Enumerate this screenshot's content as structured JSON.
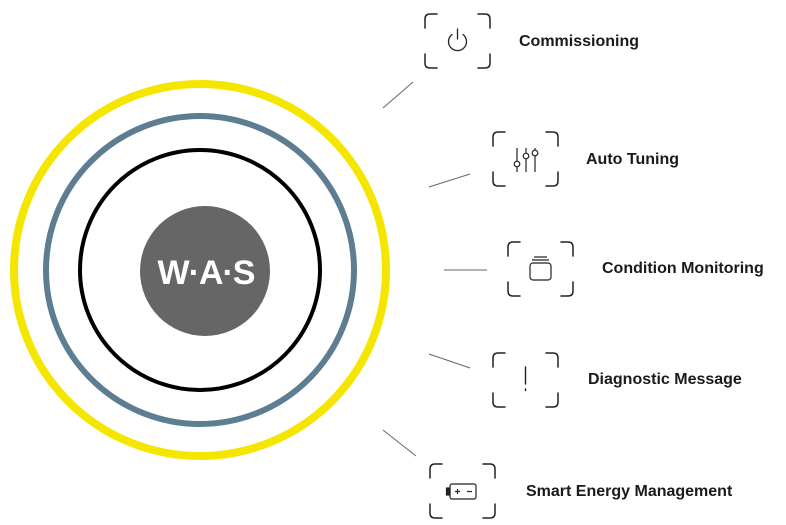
{
  "logo": {
    "text": "W·A·S"
  },
  "colors": {
    "outer_ring": "#f5e600",
    "middle_ring": "#5d7d93",
    "inner_ring": "#000000",
    "logo_disc": "#666666",
    "frame": "#222222",
    "connector": "#666666"
  },
  "features": [
    {
      "label": "Commissioning",
      "icon": "power-icon"
    },
    {
      "label": "Auto Tuning",
      "icon": "sliders-icon"
    },
    {
      "label": "Condition Monitoring",
      "icon": "monitor-icon"
    },
    {
      "label": "Diagnostic Message",
      "icon": "exclamation-icon"
    },
    {
      "label": "Smart Energy Management",
      "icon": "battery-icon"
    }
  ]
}
